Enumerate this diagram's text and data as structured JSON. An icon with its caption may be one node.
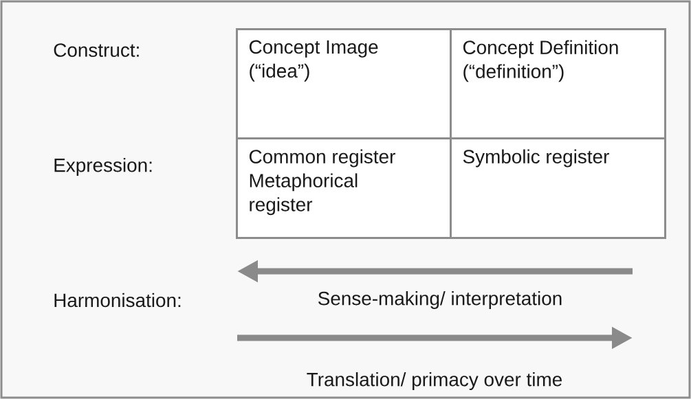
{
  "diagram": {
    "nodes": [
      {
        "text": [
          "Concept Image",
          "(“idea”)"
        ]
      },
      {
        "text": [
          "Concept Definition",
          "(“definition”)"
        ]
      },
      {
        "text": [
          "Common register",
          "Metaphorical register"
        ]
      },
      {
        "text": [
          "Symbolic register"
        ]
      }
    ],
    "labels": [
      "Construct:",
      "Expression:",
      "Harmonisation:",
      "Sense-making/ interpretation",
      "Translation/ primacy over time"
    ]
  }
}
